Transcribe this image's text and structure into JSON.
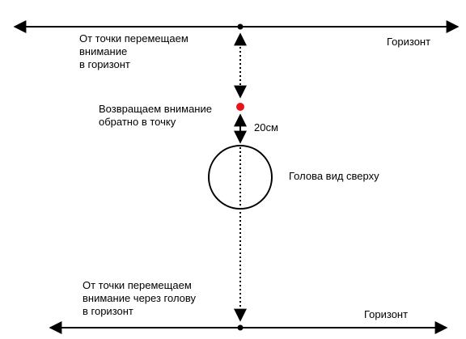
{
  "labels": {
    "top_instruction": "От точки перемещаем\nвнимание\nв горизонт",
    "top_horizon": "Горизонт",
    "return_instruction": "Возвращаем внимание\nобратно в точку",
    "distance": "20см",
    "head": "Голова вид сверху",
    "bottom_instruction": "От точки перемещаем\nвнимание через голову\nв горизонт",
    "bottom_horizon": "Горизонт"
  },
  "colors": {
    "line": "#000000",
    "focus_point": "#e8141b"
  }
}
